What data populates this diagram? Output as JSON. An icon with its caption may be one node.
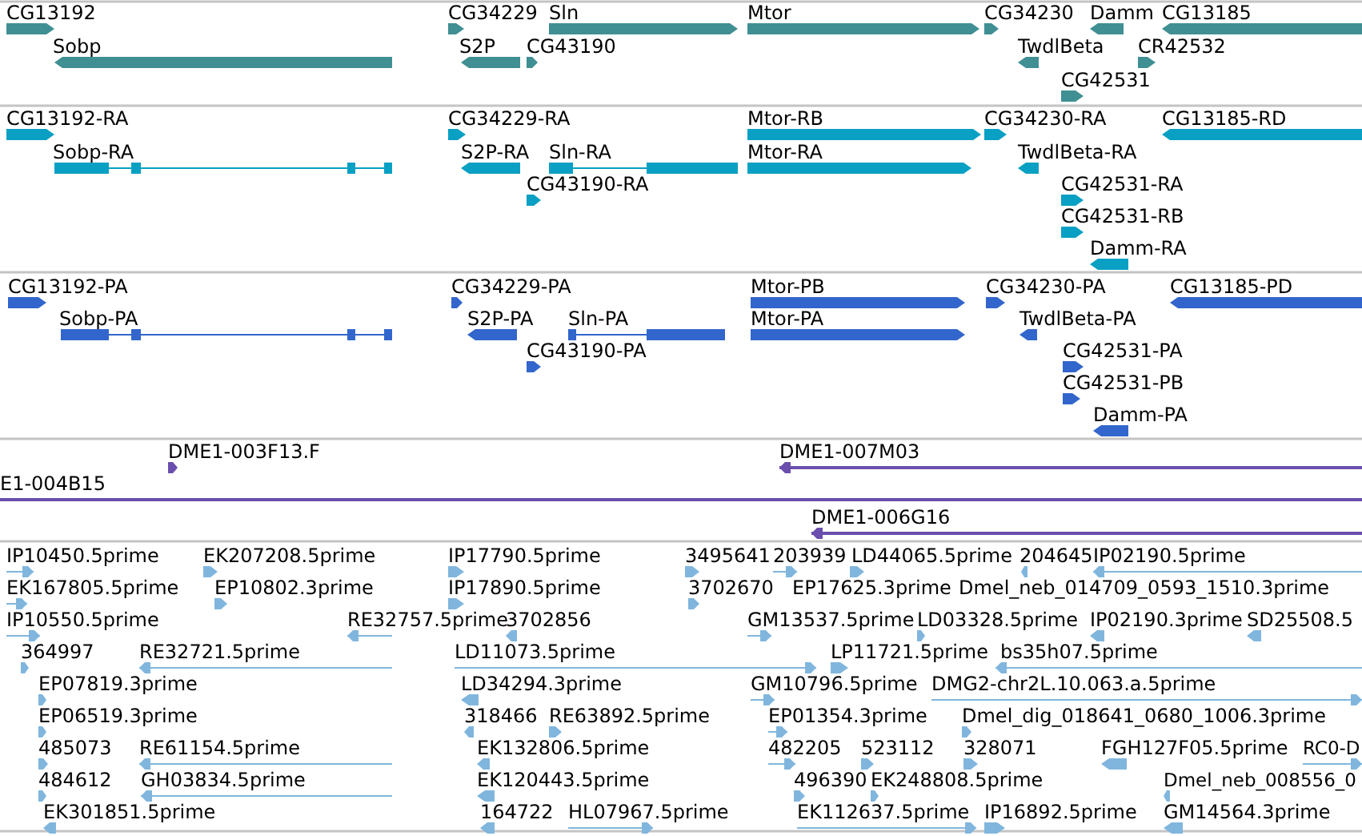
{
  "diagram": {
    "labels": [
      "CG13192",
      "CG34229",
      "Sln",
      "Mtor",
      "CG34230",
      "Damm",
      "CG13185",
      "Sobp",
      "S2P",
      "CG43190",
      "TwdlBeta",
      "CR42532",
      "CG42531",
      "CG13192-RA",
      "CG34229-RA",
      "Mtor-RB",
      "CG34230-RA",
      "CG13185-RD",
      "Sobp-RA",
      "S2P-RA",
      "Sln-RA",
      "Mtor-RA",
      "TwdlBeta-RA",
      "CG43190-RA",
      "CG42531-RA",
      "CG42531-RB",
      "Damm-RA",
      "CG13192-PA",
      "CG34229-PA",
      "Mtor-PB",
      "CG34230-PA",
      "CG13185-PD",
      "Sobp-PA",
      "S2P-PA",
      "Sln-PA",
      "Mtor-PA",
      "TwdlBeta-PA",
      "CG43190-PA",
      "CG42531-PA",
      "CG42531-PB",
      "Damm-PA",
      "DME1-003F13.F",
      "DME1-007M03",
      "E1-004B15",
      "DME1-006G16",
      "IP10450.5prime",
      "EK207208.5prime",
      "IP17790.5prime",
      "3495641",
      "203939",
      "LD44065.5prime",
      "204645",
      "IP02190.5prime",
      "EK167805.5prime",
      "EP10802.3prime",
      "IP17890.5prime",
      "3702670",
      "EP17625.3prime",
      "Dmel_neb_014709_0593_1510.3prime",
      "IP10550.5prime",
      "RE32757.5prime",
      "3702856",
      "GM13537.5prime",
      "LD03328.5prime",
      "IP02190.3prime",
      "SD25508.5",
      "364997",
      "RE32721.5prime",
      "LD11073.5prime",
      "LP11721.5prime",
      "bs35h07.5prime",
      "EP07819.3prime",
      "LD34294.3prime",
      "GM10796.5prime",
      "DMG2-chr2L.10.063.a.5prime",
      "EP06519.3prime",
      "318466",
      "RE63892.5prime",
      "EP01354.3prime",
      "Dmel_dig_018641_0680_1006.3prime",
      "485073",
      "RE61154.5prime",
      "EK132806.5prime",
      "482205",
      "523112",
      "328071",
      "FGH127F05.5prime",
      "RC0-D",
      "484612",
      "GH03834.5prime",
      "EK120443.5prime",
      "496390",
      "EK248808.5prime",
      "Dmel_neb_008556_0",
      "EK301851.5prime",
      "164722",
      "HL07967.5prime",
      "EK112637.5prime",
      "IP16892.5prime",
      "GM14564.3prime"
    ]
  }
}
